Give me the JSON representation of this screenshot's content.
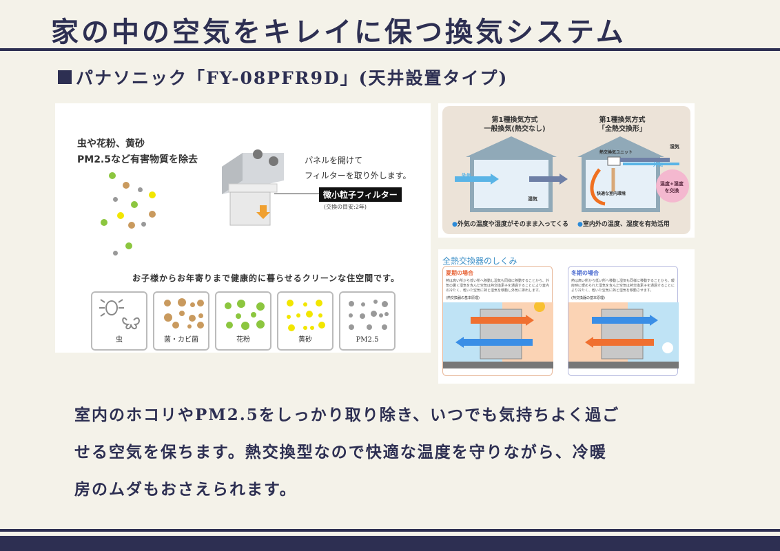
{
  "title": "家の中の空気をキレイに保つ換気システム",
  "subtitle": "パナソニック「FY-08PFR9D」(天井設置タイプ)",
  "filter_panel": {
    "headline": [
      "虫や花粉、黄砂",
      "PM2.5など有害物質を除去"
    ],
    "instruction": [
      "パネルを開けて",
      "フィルターを取り外します。"
    ],
    "filter_label": "微小粒子フィルター",
    "filter_note": "(交換の目安:2年)",
    "tagline": "お子様からお年寄りまで健康的に暮らせるクリーンな住空間です。",
    "cards": [
      {
        "label": "虫"
      },
      {
        "label": "菌・カビ菌"
      },
      {
        "label": "花粉"
      },
      {
        "label": "黄砂"
      },
      {
        "label": "PM2.5"
      }
    ]
  },
  "ventilation_panel": {
    "left": {
      "heading": [
        "第1種換気方式",
        "一般換気(熱交なし)"
      ],
      "outside": "外気",
      "humidity": "湿気",
      "caption": "外気の温度や湿度がそのまま入ってくる"
    },
    "right": {
      "heading": [
        "第1種換気方式",
        "「全熱交換形」"
      ],
      "unit": "熱交換気ユニット",
      "humidity": "湿気",
      "outside": "外気",
      "comfort": "快適な室内環境",
      "bubble": [
        "温度+湿度",
        "を交換"
      ],
      "caption": "室内外の温度、湿度を有効活用"
    }
  },
  "mechanism_panel": {
    "heading": "全熱交換器のしくみ",
    "summer": {
      "title": "夏期の場合",
      "desc": "熱は高い所から低い所へ移動し湿気も同様に移動することから、外気の暑く湿気を含んだ空気は熱交換素子を通過することにより室内の冷たく、乾いた空気に熱と湿気を移動し外気に排出します。",
      "principle": "(熱交換器の基本原理)"
    },
    "winter": {
      "title": "冬期の場合",
      "desc": "熱は高い所から低い所へ移動し湿気も同様に移動することから、暖房時に暖められた湿気を含んだ空気は熱交換素子を通過することにより冷たく、乾いた空気に熱と湿気を移動させます。",
      "principle": "(熱交換器の基本原理)"
    }
  },
  "body_text": [
    "室内のホコリやPM2.5をしっかり取り除き、いつでも気持ちよく過ご",
    "せる空気を保ちます。熱交換型なので快適な温度を守りながら、冷暖",
    "房のムダもおさえられます。"
  ],
  "colors": {
    "navy": "#2d2f52",
    "background": "#f4f2e9",
    "brown": "#c99a5e",
    "green": "#8cc63f",
    "yellow": "#f2e600",
    "gray": "#999999"
  }
}
